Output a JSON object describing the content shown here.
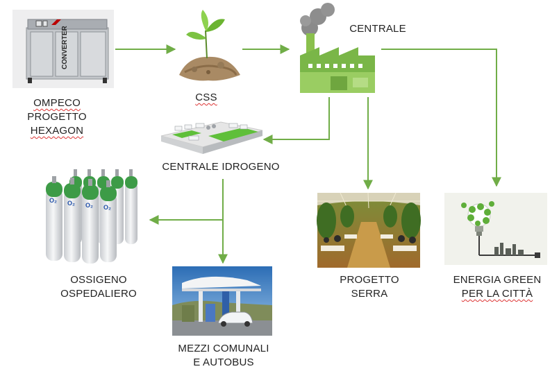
{
  "colors": {
    "arrow": "#70ad47",
    "machine": "#b9bcc0",
    "factory_green": "#7ab648",
    "smoke": "#8a8a8a",
    "cylinder_green": "#3d9b47",
    "cylinder_body": "#e2e4e6"
  },
  "nodes": {
    "converter_machine": {
      "label_lines": [
        "OMPECO",
        "PROGETTO",
        "HEXAGON"
      ],
      "machine_text": "CONVERTER"
    },
    "css": {
      "label_lines": [
        "CSS"
      ]
    },
    "centrale": {
      "label_lines": [
        "CENTRALE"
      ]
    },
    "centrale_idrogeno": {
      "label_lines": [
        "CENTRALE IDROGENO"
      ]
    },
    "ossigeno": {
      "label_lines": [
        "OSSIGENO",
        "OSPEDALIERO"
      ],
      "cylinder_text": "O₂"
    },
    "mezzi": {
      "label_lines": [
        "MEZZI COMUNALI",
        "E AUTOBUS"
      ]
    },
    "serra": {
      "label_lines": [
        "PROGETTO",
        "SERRA"
      ]
    },
    "energia": {
      "label_lines": [
        "ENERGIA GREEN",
        "PER LA CITTÀ"
      ]
    }
  }
}
